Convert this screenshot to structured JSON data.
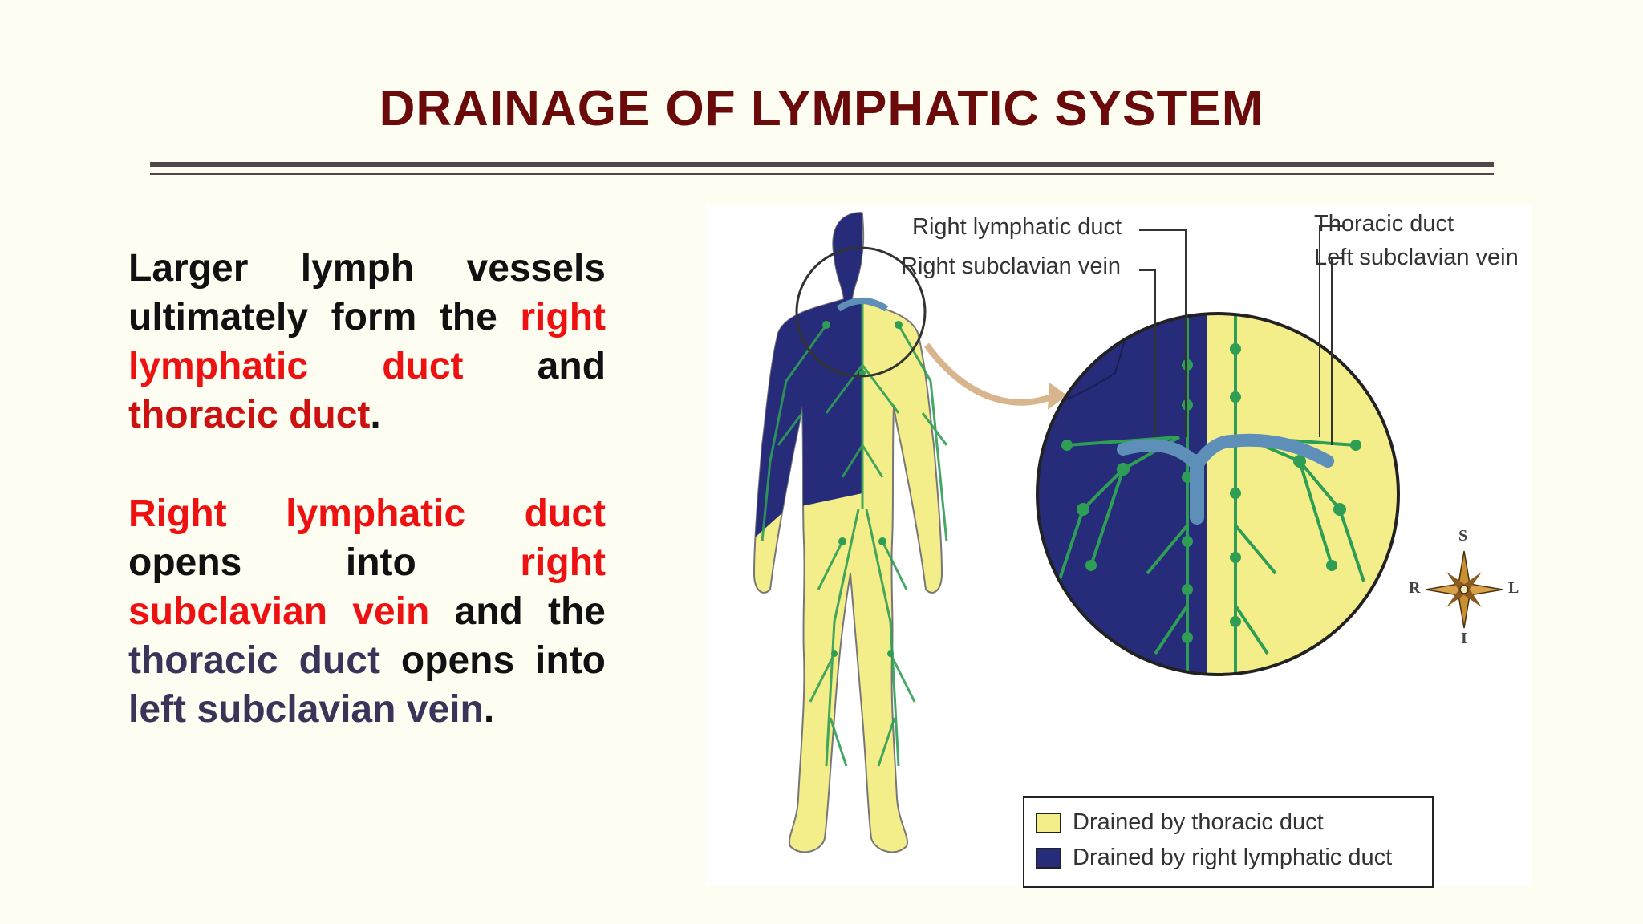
{
  "slide": {
    "title": "DRAINAGE OF LYMPHATIC SYSTEM",
    "paragraph1": {
      "part1": "Larger lymph vessels ultimately form the ",
      "highlight1": "right lymphatic duct",
      "part2": " and ",
      "highlight2": "thoracic duct",
      "part3": "."
    },
    "paragraph2": {
      "highlight1": "Right lymphatic duct",
      "part1": " opens into ",
      "highlight2": "right subclavian vein",
      "part2": " and the ",
      "highlight3": "thoracic duct",
      "part3": " opens into ",
      "highlight4": "left subclavian vein",
      "part4": "."
    }
  },
  "figure": {
    "labels": {
      "right_lymphatic_duct": "Right lymphatic duct",
      "right_subclavian_vein": "Right subclavian vein",
      "thoracic_duct": "Thoracic duct",
      "left_subclavian_vein": "Left subclavian vein"
    },
    "compass": {
      "s": "S",
      "i": "I",
      "r": "R",
      "l": "L"
    },
    "legend": [
      {
        "label": "Drained by thoracic duct",
        "color": "#f3ee8a"
      },
      {
        "label": "Drained by right lymphatic duct",
        "color": "#262b7a"
      }
    ]
  },
  "colors": {
    "title": "#6b0a0a",
    "highlight_red": "#ee1111",
    "highlight_navy": "#3a3558",
    "yellow_region": "#f3ee8a",
    "navy_region": "#262b7a",
    "lymph_green": "#2f9e55",
    "vein_blue": "#5d8fb8"
  }
}
